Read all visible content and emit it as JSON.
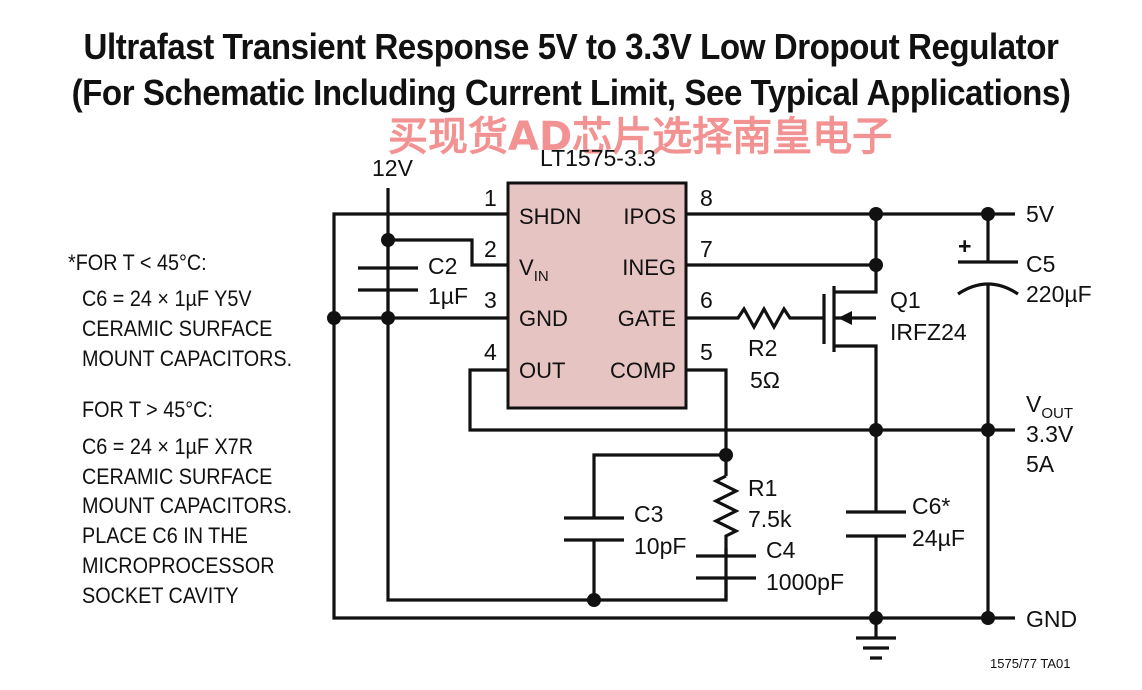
{
  "title": {
    "line1": "Ultrafast Transient Response 5V to 3.3V Low Dropout Regulator",
    "line2": "(For Schematic Including Current Limit, See Typical Applications)"
  },
  "watermark": "买现货AD芯片选择南皇电子",
  "chip": {
    "name": "LT1575-3.3",
    "fill": "#e6c4c2",
    "pins": [
      {
        "num": "1",
        "name": "SHDN"
      },
      {
        "num": "2",
        "name": "V",
        "sub": "IN"
      },
      {
        "num": "3",
        "name": "GND"
      },
      {
        "num": "4",
        "name": "OUT"
      },
      {
        "num": "8",
        "name": "IPOS"
      },
      {
        "num": "7",
        "name": "INEG"
      },
      {
        "num": "6",
        "name": "GATE"
      },
      {
        "num": "5",
        "name": "COMP"
      }
    ]
  },
  "rails": {
    "in12": "12V",
    "in5": "5V",
    "vout_main": "V",
    "vout_sub": "OUT",
    "vout_value": "3.3V",
    "vout_current": "5A",
    "gnd": "GND"
  },
  "components": {
    "c2": {
      "ref": "C2",
      "value": "1µF"
    },
    "c3": {
      "ref": "C3",
      "value": "10pF"
    },
    "c4": {
      "ref": "C4",
      "value": "1000pF"
    },
    "c5": {
      "ref": "C5",
      "value": "220µF",
      "polarity": "+"
    },
    "c6": {
      "ref": "C6*",
      "value": "24µF"
    },
    "r1": {
      "ref": "R1",
      "value": "7.5k"
    },
    "r2": {
      "ref": "R2",
      "value": "5Ω"
    },
    "q1": {
      "ref": "Q1",
      "value": "IRFZ24"
    }
  },
  "notes": [
    "*FOR T < 45°C:",
    "C6 = 24 × 1µF Y5V",
    "CERAMIC SURFACE",
    "MOUNT CAPACITORS.",
    "FOR T > 45°C:",
    "C6 = 24 × 1µF X7R",
    "CERAMIC SURFACE",
    "MOUNT CAPACITORS.",
    "PLACE C6 IN THE",
    "MICROPROCESSOR",
    "SOCKET CAVITY"
  ],
  "figure_id": "1575/77 TA01"
}
